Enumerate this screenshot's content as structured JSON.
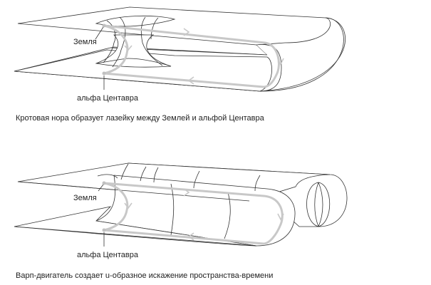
{
  "diagram1": {
    "label_earth": "Земля",
    "label_alpha": "альфа Центавра",
    "caption": "Кротовая нора образует лазейку между Землей и альфой Центавра"
  },
  "diagram2": {
    "label_earth": "Земля",
    "label_alpha": "альфа Центавра",
    "caption": "Варп-двигатель создает u-образное искажение пространства-времени"
  }
}
